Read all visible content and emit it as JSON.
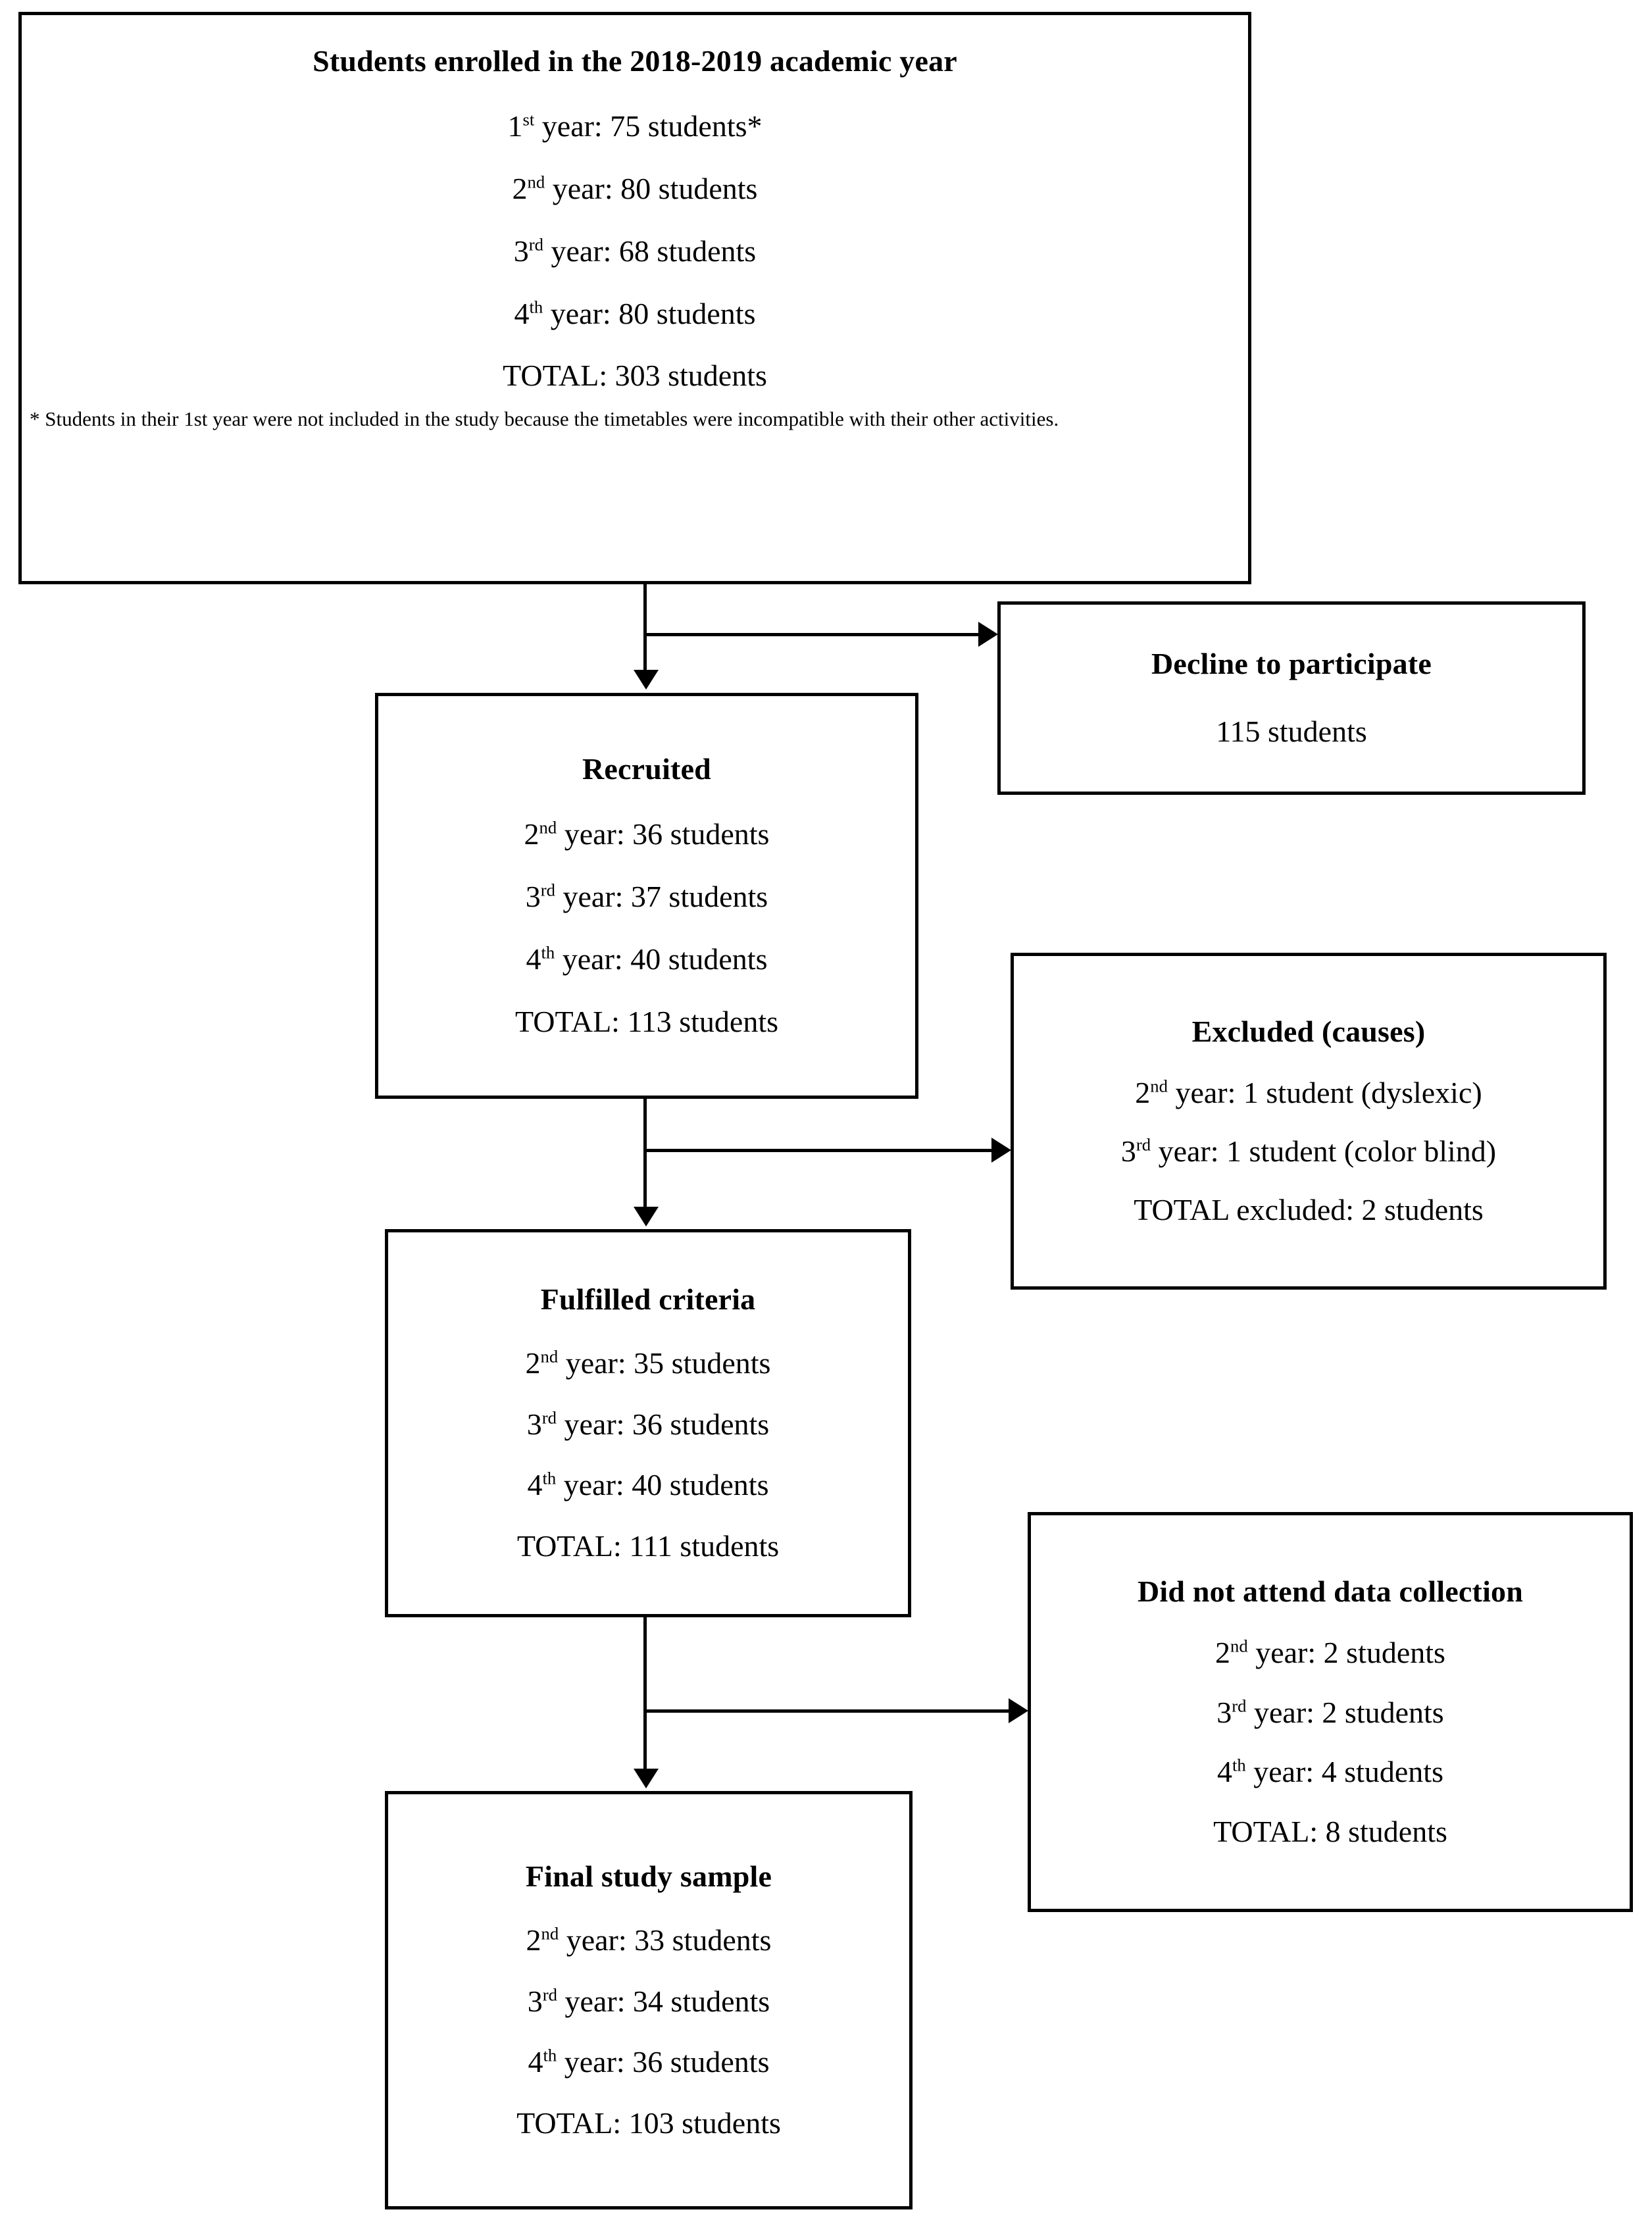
{
  "boxes": {
    "enrolled": {
      "title": "Students enrolled in the 2018-2019 academic year",
      "lines": [
        "1st year: 75 students*",
        "2nd year: 80 students",
        "3rd year: 68 students",
        "4th year: 80 students",
        "TOTAL: 303 students"
      ],
      "footnote": "* Students in their 1st year were not included in the study because the timetables were incompatible with their other activities."
    },
    "decline": {
      "title": "Decline to participate",
      "lines": [
        "115 students"
      ]
    },
    "recruited": {
      "title": "Recruited",
      "lines": [
        "2nd year: 36 students",
        "3rd year: 37 students",
        "4th year: 40 students",
        "TOTAL: 113 students"
      ]
    },
    "excluded": {
      "title": "Excluded (causes)",
      "lines": [
        "2nd year: 1 student (dyslexic)",
        "3rd year: 1 student (color blind)",
        "TOTAL excluded: 2 students"
      ]
    },
    "fulfilled": {
      "title": "Fulfilled criteria",
      "lines": [
        "2nd year: 35 students",
        "3rd year: 36 students",
        "4th year: 40 students",
        "TOTAL: 111 students"
      ]
    },
    "notattend": {
      "title": "Did not attend data collection",
      "lines": [
        "2nd year: 2 students",
        "3rd year: 2 students",
        "4th year: 4 students",
        "TOTAL: 8 students"
      ]
    },
    "final": {
      "title": "Final study sample",
      "lines": [
        "2nd year: 33 students",
        "3rd year: 34 students",
        "4th year: 36 students",
        "TOTAL: 103 students"
      ]
    }
  },
  "chart_data": {
    "type": "table",
    "title": "Participant flow diagram (CONSORT-style)",
    "stages": [
      {
        "stage": "Students enrolled in the 2018-2019 academic year",
        "breakdown": {
          "1st year": 75,
          "2nd year": 80,
          "3rd year": 68,
          "4th year": 80
        },
        "total": 303
      },
      {
        "stage": "Decline to participate",
        "breakdown": {},
        "total": 115
      },
      {
        "stage": "Recruited",
        "breakdown": {
          "2nd year": 36,
          "3rd year": 37,
          "4th year": 40
        },
        "total": 113
      },
      {
        "stage": "Excluded (causes)",
        "breakdown": {
          "2nd year": 1,
          "3rd year": 1
        },
        "total": 2
      },
      {
        "stage": "Fulfilled criteria",
        "breakdown": {
          "2nd year": 35,
          "3rd year": 36,
          "4th year": 40
        },
        "total": 111
      },
      {
        "stage": "Did not attend data collection",
        "breakdown": {
          "2nd year": 2,
          "3rd year": 2,
          "4th year": 4
        },
        "total": 8
      },
      {
        "stage": "Final study sample",
        "breakdown": {
          "2nd year": 33,
          "3rd year": 34,
          "4th year": 36
        },
        "total": 103
      }
    ],
    "colors": {
      "stroke": "#000000",
      "background": "#ffffff",
      "text": "#000000"
    }
  }
}
